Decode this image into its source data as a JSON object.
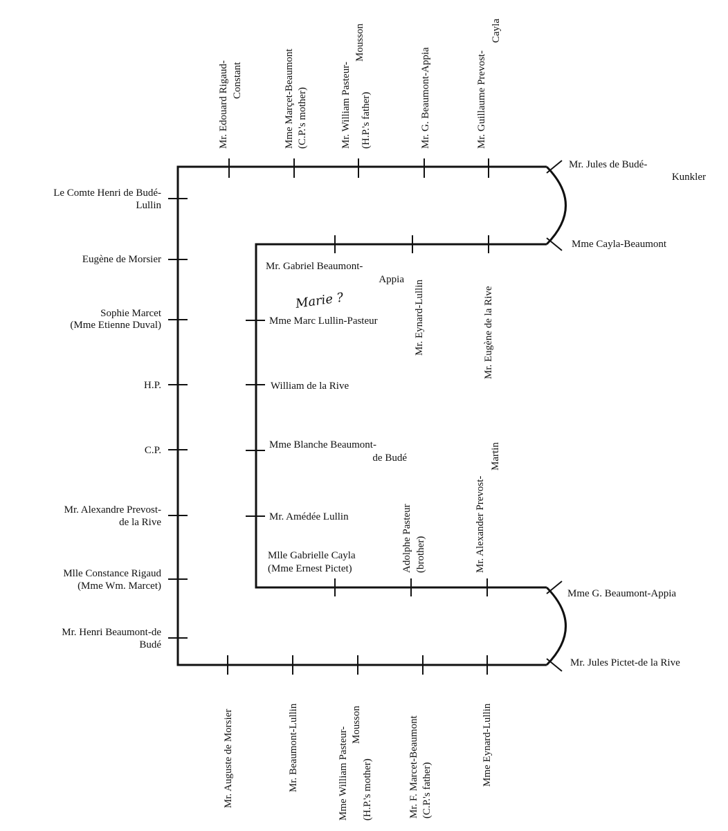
{
  "seating": {
    "top_outer": [
      [
        "Mr. Edouard Rigaud-",
        "Constant"
      ],
      [
        "Mme Marçet-Beaumont",
        "(C.P.'s mother)"
      ],
      [
        "Mr. William Pasteur-",
        "Mousson",
        "(H.P.'s father)"
      ],
      [
        "Mr. G. Beaumont-Appia"
      ],
      [
        "Mr. Guillaume Prevost-",
        "Cayla"
      ]
    ],
    "right_top": [
      [
        "Mr. Jules de Budé-",
        "Kunkler"
      ],
      [
        "Mme Cayla-Beaumont"
      ]
    ],
    "left_outer": [
      [
        "Le Comte Henri de Budé-",
        "Lullin"
      ],
      [
        "Eugène de Morsier"
      ],
      [
        "Sophie Marcet",
        "(Mme Etienne Duval)"
      ],
      [
        "H.P."
      ],
      [
        "C.P."
      ],
      [
        "Mr. Alexandre Prevost-",
        "de la Rive"
      ],
      [
        "Mlle Constance Rigaud",
        "(Mme Wm. Marcet)"
      ],
      [
        "Mr. Henri Beaumont-de",
        "Budé"
      ]
    ],
    "inner_left": [
      [
        "Mr. Gabriel Beaumont-",
        "Appia"
      ],
      [
        "Mme Marc Lullin-Pasteur"
      ],
      [
        "William de la Rive"
      ],
      [
        "Mme Blanche Beaumont-",
        "de Budé"
      ],
      [
        "Mr. Amédée Lullin"
      ],
      [
        "Mlle Gabrielle Cayla",
        "(Mme Ernest Pictet)"
      ]
    ],
    "inner_top_vertical": [
      [
        "Mr. Eynard-Lullin"
      ],
      [
        "Mr. Eugène de la Rive"
      ]
    ],
    "inner_bottom_vertical": [
      [
        "Adolphe Pasteur",
        "(brother)"
      ],
      [
        "Mr. Alexander Prevost-",
        "Martin"
      ]
    ],
    "right_bottom": [
      [
        "Mme G. Beaumont-Appia"
      ],
      [
        "Mr. Jules Pictet-de la Rive"
      ]
    ],
    "bottom_outer": [
      [
        "Mr. Auguste de Morsier"
      ],
      [
        "Mr. Beaumont-Lullin"
      ],
      [
        "Mme William Pasteur-",
        "Mousson",
        "(H.P.'s mother)"
      ],
      [
        "Mr. F. Marcet-Beaumont",
        "(C.P.'s father)"
      ],
      [
        "Mme Eynard-Lullin"
      ]
    ]
  },
  "annotation": "Marie ?"
}
